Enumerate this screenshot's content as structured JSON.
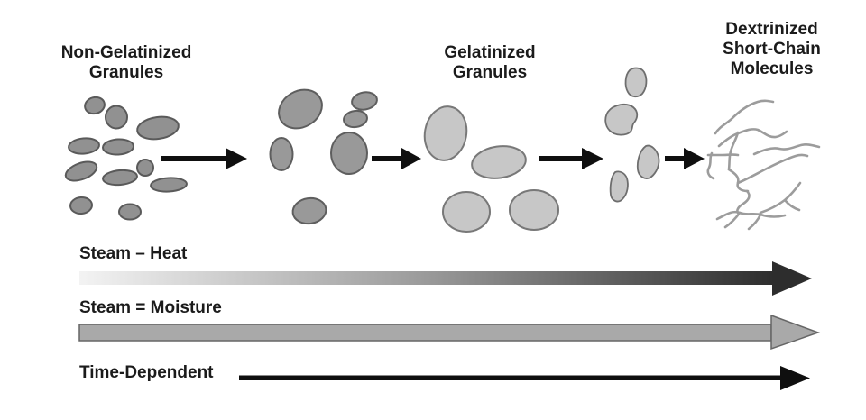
{
  "diagram": {
    "stages": [
      {
        "id": "non-gelatinized-granules",
        "label": "Non-Gelatinized\nGranules"
      },
      {
        "id": "gelatinized-granules",
        "label": "Gelatinized\nGranules"
      },
      {
        "id": "dextrinized-short-chain-molecules",
        "label": "Dextrinized\nShort-Chain\nMolecules"
      }
    ],
    "axes": [
      {
        "id": "steam-heat",
        "label": "Steam – Heat",
        "arrow_style": "gradient-light-to-dark",
        "direction": "right"
      },
      {
        "id": "steam-moisture",
        "label": "Steam = Moisture",
        "arrow_style": "solid-gray-outlined",
        "direction": "right"
      },
      {
        "id": "time-dependent",
        "label": "Time-Dependent",
        "arrow_style": "thin-black",
        "direction": "right"
      }
    ],
    "colors": {
      "background": "#ffffff",
      "text": "#1b1b1b",
      "granule_dark_fill": "#919191",
      "granule_mid_fill": "#999999",
      "granule_light_fill": "#c7c7c7",
      "granule_stroke": "#5a5a5a",
      "molecule_line": "#9c9c9c",
      "process_arrow": "#0f0f0f",
      "heat_gradient_start": "#f3f3f3",
      "heat_gradient_end": "#2d2d2d",
      "moisture_arrow_fill": "#a9a9a9",
      "moisture_arrow_stroke": "#666666"
    }
  }
}
